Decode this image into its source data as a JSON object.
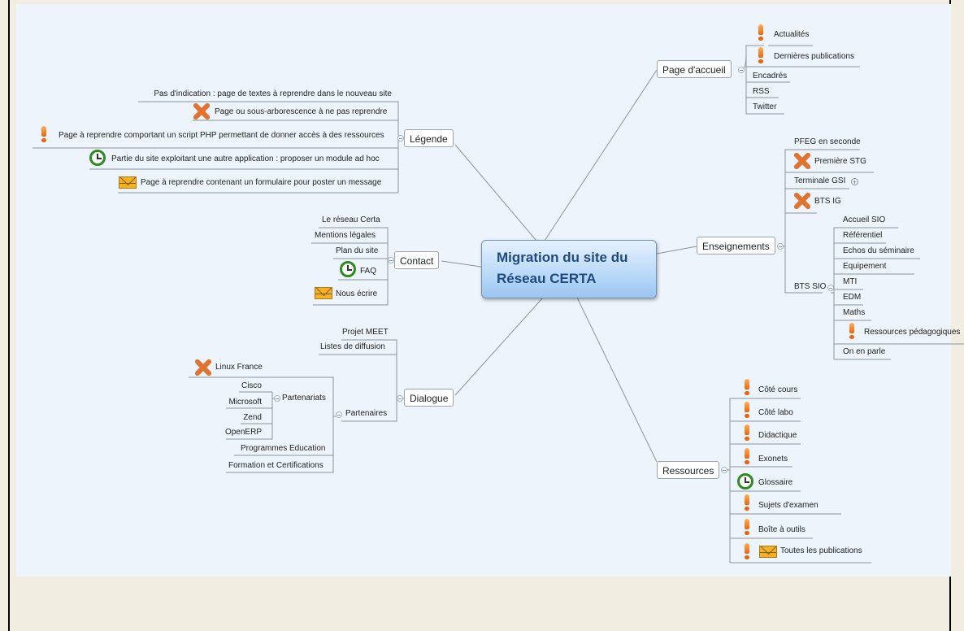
{
  "center": {
    "line1": "Migration du site du",
    "line2": "Réseau CERTA"
  },
  "topics": {
    "accueil": "Page d'accueil",
    "legende": "Légende",
    "enseignements": "Enseignements",
    "contact": "Contact",
    "dialogue": "Dialogue",
    "ressources": "Ressources"
  },
  "accueil_items": [
    "Actualités",
    "Dernières publications",
    "Encadrés",
    "RSS",
    "Twitter"
  ],
  "legende_items": [
    "Pas d'indication : page de textes à reprendre dans le nouveau site",
    "Page ou sous-arborescence à ne pas reprendre",
    "Page à reprendre comportant un script PHP permettant de donner accès à des ressources",
    "Partie du site exploitant une autre application : proposer un module ad hoc",
    "Page à reprendre contenant un formulaire pour poster un message"
  ],
  "enseignements_items": [
    "PFEG en seconde",
    "Première STG",
    "Terminale GSI",
    "BTS IG",
    "BTS SIO"
  ],
  "sio_items": [
    "Accueil SIO",
    "Référentiel",
    "Echos du séminaire",
    "Equipement",
    "MTI",
    "EDM",
    "Maths",
    "Ressources pédagogiques",
    "On en parle"
  ],
  "contact_items": [
    "Le réseau Certa",
    "Mentions légales",
    "Plan du site",
    "FAQ",
    "Nous écrire"
  ],
  "dialogue_items": [
    "Projet MEET",
    "Listes de diffusion",
    "Partenaires"
  ],
  "partenaires_items": [
    "Linux France",
    "Partenariats",
    "Programmes Education",
    "Formation et Certifications"
  ],
  "partenariats_items": [
    "Cisco",
    "Microsoft",
    "Zend",
    "OpenERP"
  ],
  "ressources_items": [
    "Côté cours",
    "Côté labo",
    "Didactique",
    "Exonets",
    "Glossaire",
    "Sujets d'examen",
    "Boîte à outils",
    "Toutes les publications"
  ],
  "colors": {
    "link": "#7d8893",
    "center_text": "#1f4a80",
    "center_fill": "#9bc7f2"
  }
}
